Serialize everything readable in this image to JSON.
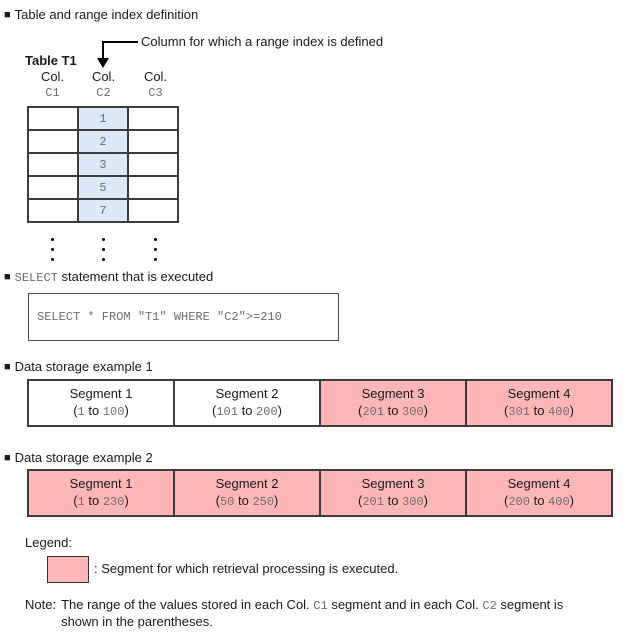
{
  "labels": {
    "bullet": "■",
    "paren_open": "(",
    "to": "to",
    "paren_close": ")"
  },
  "colors": {
    "range_index_highlight": "#dbe9f8",
    "retrieval_highlight": "#ffb6b6"
  },
  "section_table": {
    "heading": "Table and range index definition",
    "callout": "Column for which a range index is defined",
    "table_title": "Table T1",
    "column_header": "Col.",
    "column_names": [
      "C1",
      "C2",
      "C3"
    ],
    "c2_values": [
      "1",
      "2",
      "3",
      "5",
      "7"
    ]
  },
  "section_select": {
    "heading_keyword": "SELECT",
    "heading_rest": "statement that is executed",
    "sql": "SELECT * FROM \"T1\" WHERE \"C2\">=210"
  },
  "example1": {
    "heading": "Data storage example 1",
    "segments": [
      {
        "name": "Segment 1",
        "from": "1",
        "to": "100",
        "highlighted": false
      },
      {
        "name": "Segment 2",
        "from": "101",
        "to": "200",
        "highlighted": false
      },
      {
        "name": "Segment 3",
        "from": "201",
        "to": "300",
        "highlighted": true
      },
      {
        "name": "Segment 4",
        "from": "301",
        "to": "400",
        "highlighted": true
      }
    ]
  },
  "example2": {
    "heading": "Data storage example 2",
    "segments": [
      {
        "name": "Segment 1",
        "from": "1",
        "to": "230",
        "highlighted": true
      },
      {
        "name": "Segment 2",
        "from": "50",
        "to": "250",
        "highlighted": true
      },
      {
        "name": "Segment 3",
        "from": "201",
        "to": "300",
        "highlighted": true
      },
      {
        "name": "Segment 4",
        "from": "200",
        "to": "400",
        "highlighted": true
      }
    ]
  },
  "legend": {
    "title": "Legend:",
    "description": ": Segment for which retrieval processing is executed."
  },
  "note": {
    "prefix": "Note:",
    "part1": "The range of the values stored in each Col.",
    "col1": "C1",
    "part2": "segment and in each Col.",
    "col2": "C2",
    "part3": "segment is",
    "line2": "shown in the parentheses."
  }
}
